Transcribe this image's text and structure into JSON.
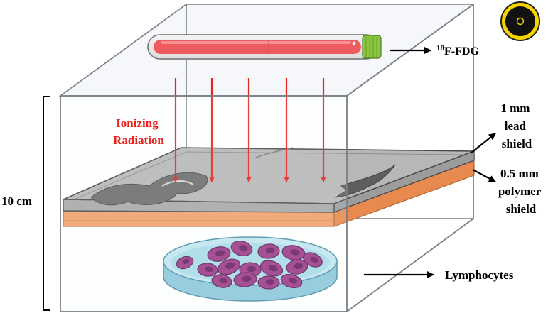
{
  "labels": {
    "radiation": [
      "Ionizing",
      "Radiation"
    ],
    "tracer_super": "18",
    "tracer_main": "F-FDG",
    "lead": [
      "1 mm",
      "lead",
      "shield"
    ],
    "polymer": [
      "0.5 mm",
      "polymer",
      "shield"
    ],
    "height": "10 cm",
    "cells": "Lymphocytes"
  },
  "colors": {
    "radiation_arrow": "#e8231f",
    "lead_shield": "#b5b5b5",
    "polymer_shield": "#f2a06b",
    "tube_liquid": "#ee5b5f",
    "tube_cap": "#8cc63f",
    "dish": "#a8dbe8",
    "cells": "#9b3a88",
    "hazard_fill": "#f5d400"
  },
  "icons": {
    "tracer_hazard": "radiation-trefoil-icon"
  }
}
